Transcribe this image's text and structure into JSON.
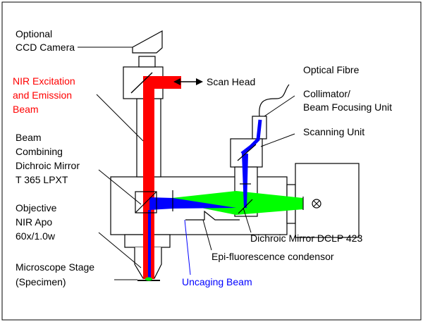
{
  "labels": {
    "camera_line1": "Optional",
    "camera_line2": "CCD Camera",
    "nir_line1": "NIR Excitation",
    "nir_line2": "and Emission",
    "nir_line3": "Beam",
    "scan_head": "Scan Head",
    "optical_fibre": "Optical Fibre",
    "collimator_line1": "Collimator/",
    "collimator_line2": "Beam Focusing Unit",
    "scanning_unit": "Scanning Unit",
    "combining_line1": "Beam",
    "combining_line2": "Combining",
    "combining_line3": "Dichroic Mirror",
    "combining_line4": "T 365 LPXT",
    "objective_line1": "Objective",
    "objective_line2": "NIR Apo",
    "objective_line3": "60x/1.0w",
    "dichroic_423": "Dichroic Mirror DCLP 423",
    "epi_condensor": "Epi-fluorescence condensor",
    "stage_line1": "Microscope Stage",
    "stage_line2": "(Specimen)",
    "uncaging_beam": "Uncaging Beam"
  },
  "colors": {
    "nir_beam": "#ff0000",
    "uncaging_beam": "#0000ff",
    "fluorescence_beam": "#00ff00",
    "outline": "#000000"
  }
}
